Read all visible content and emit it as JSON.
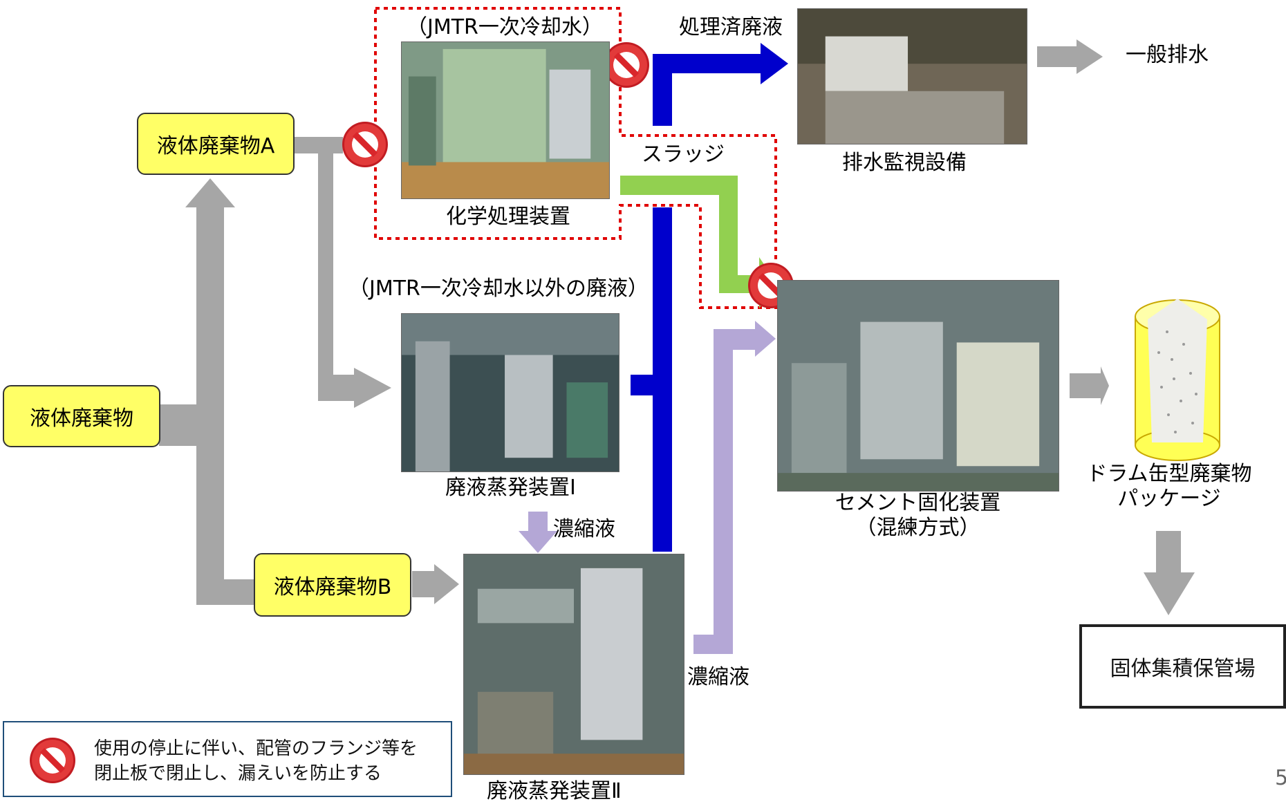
{
  "nodes": {
    "liquid_waste": "液体廃棄物",
    "liquid_waste_a": "液体廃棄物A",
    "liquid_waste_b": "液体廃棄物B",
    "storage": "固体集積保管場"
  },
  "labels": {
    "jmtr_primary_coolant": "（JMTR一次冷却水）",
    "treated_effluent": "処理済廃液",
    "sludge": "スラッジ",
    "chemical_treatment": "化学処理装置",
    "drainage_monitoring": "排水監視設備",
    "general_drainage": "一般排水",
    "other_than_jmtr": "（JMTR一次冷却水以外の廃液）",
    "evaporator_1": "廃液蒸発装置Ⅰ",
    "concentrate_1": "濃縮液",
    "concentrate_2": "濃縮液",
    "evaporator_2": "廃液蒸発装置Ⅱ",
    "cement_line1": "セメント固化装置",
    "cement_line2": "（混練方式）",
    "drum_line1": "ドラム缶型廃棄物",
    "drum_line2": "パッケージ"
  },
  "legend": {
    "line1": "使用の停止に伴い、配管のフランジ等を",
    "line2": "閉止板で閉止し、漏えいを防止する"
  },
  "page_number": "5",
  "colors": {
    "gray_flow": "#a6a6a6",
    "blue_flow": "#0000cc",
    "green_flow": "#92d050",
    "purple_flow": "#b4a7d6",
    "box_fill": "#ffff66",
    "dotted_boundary": "#e00000",
    "prohibited_sign": "#d9262b"
  },
  "icons": {
    "closure": "prohibited-sign-icon"
  }
}
